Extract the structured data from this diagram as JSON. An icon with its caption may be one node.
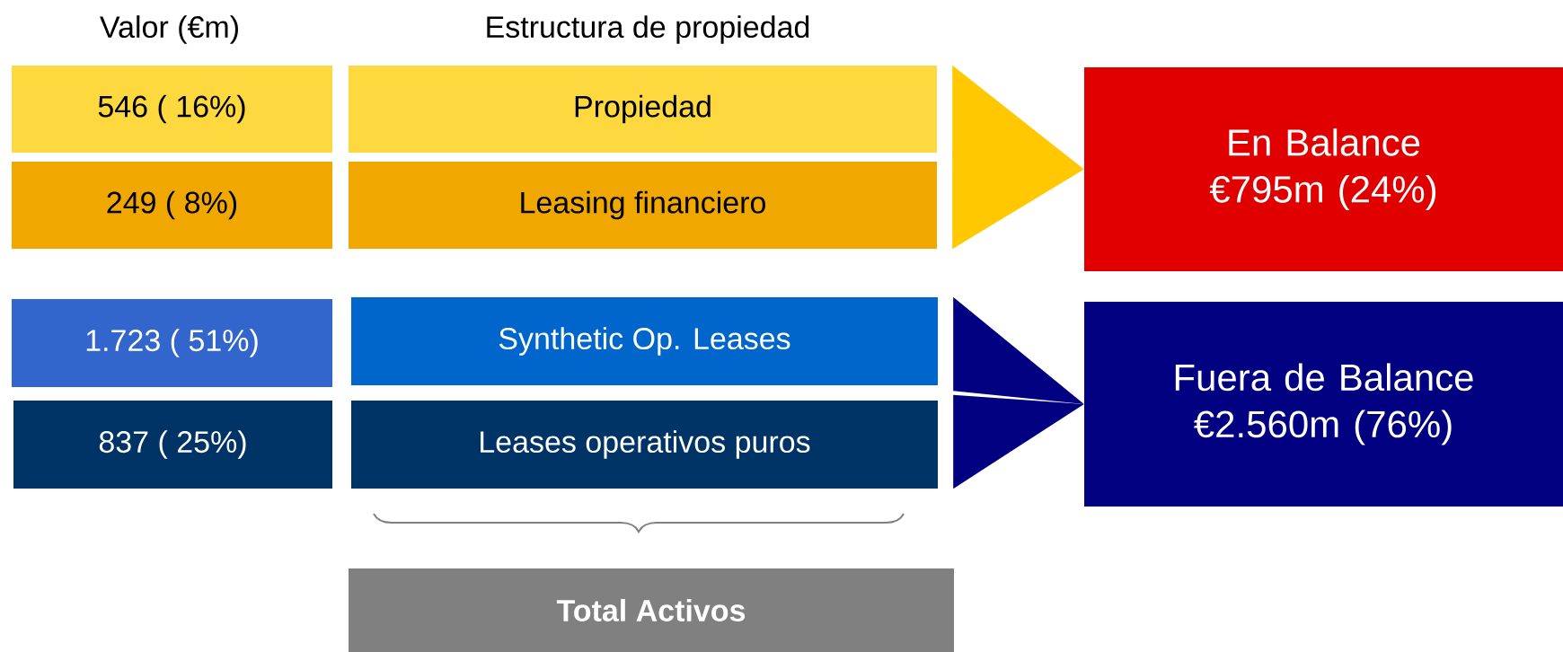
{
  "diagram": {
    "nodes": [
      {
        "text": [
          "546 ( 16%)"
        ]
      },
      {
        "text": [
          "249 ( 8%)"
        ]
      },
      {
        "text": [
          "1.723 ( 51%)"
        ]
      },
      {
        "text": [
          "837 ( 25%)"
        ]
      },
      {
        "text": [
          "Propiedad"
        ]
      },
      {
        "text": [
          "Leasing financiero"
        ]
      },
      {
        "text": [
          "Synthetic Op. Leases"
        ]
      },
      {
        "text": [
          "Leases operativos puros"
        ]
      },
      {
        "text": [
          "Total Activos"
        ]
      },
      {
        "text": [
          "En Balance €795m (24%)"
        ]
      },
      {
        "text": [
          "Fuera de Balance €2.560m (76%)"
        ]
      }
    ],
    "edges": [
      {
        "from": 4,
        "to": 9,
        "arrow": "to",
        "color": "#ffc800"
      },
      {
        "from": 5,
        "to": 9,
        "arrow": "to",
        "color": "#ffc800"
      },
      {
        "from": 6,
        "to": 10,
        "arrow": "to",
        "color": "#000080"
      },
      {
        "from": 7,
        "to": 10,
        "arrow": "to",
        "color": "#000080"
      }
    ],
    "labels": [
      "Valor (€m)",
      "Estructura de propiedad"
    ]
  }
}
